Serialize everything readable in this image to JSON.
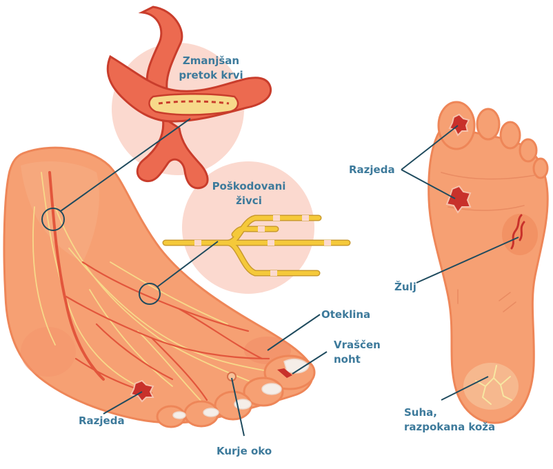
{
  "labels": {
    "reduced_blood_flow": [
      "Zmanjšan",
      "pretok krvi"
    ],
    "damaged_nerves": [
      "Poškodovani",
      "živci"
    ],
    "swelling": "Oteklina",
    "ingrown_nail": [
      "Vraščen",
      "noht"
    ],
    "ulcer_left": "Razjeda",
    "corn": "Kurje oko",
    "ulcer_right": "Razjeda",
    "callus": "Žulj",
    "dry_skin": [
      "Suha,",
      "razpokana koža"
    ]
  },
  "colors": {
    "skin": "#f6a073",
    "skin_dark": "#ee8658",
    "vein": "#e2563c",
    "nerve": "#f7d98a",
    "circle_bg": "#fbd9cf",
    "vessel": "#ec6a50",
    "vessel_dark": "#c93d2c",
    "label": "#3d7a9b",
    "pointer": "#1f4b5e",
    "wound": "#c8312b",
    "nail": "#f5eee8"
  }
}
